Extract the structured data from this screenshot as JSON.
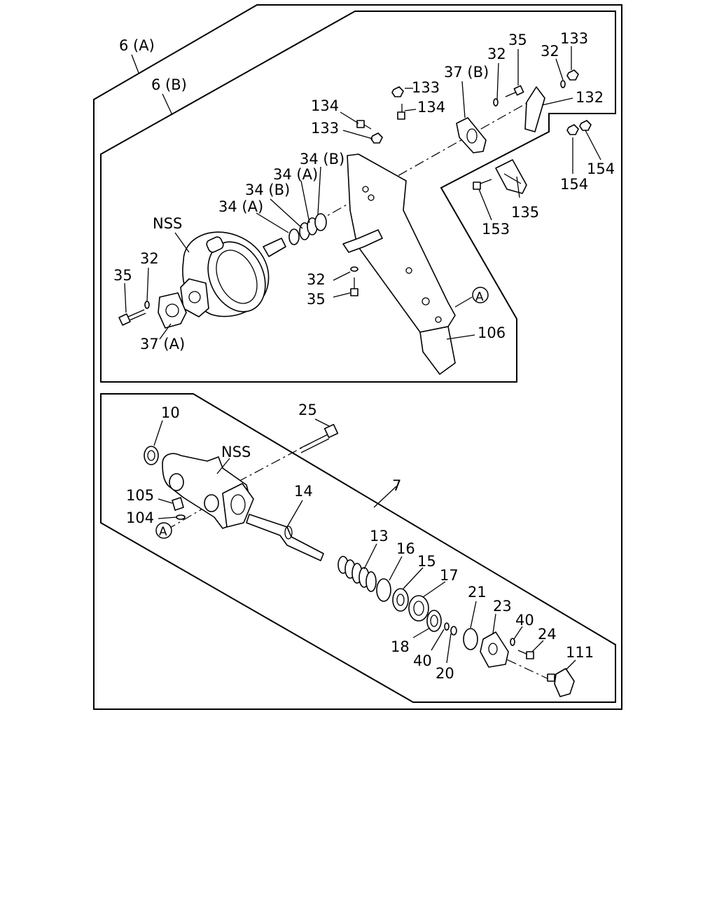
{
  "labels": {
    "group_6a": "6 (A)",
    "group_6b": "6 (B)",
    "p133_a": "133",
    "p32_a": "32",
    "p35_a": "35",
    "p32_b": "32",
    "p37b": "37 (B)",
    "p133_b": "133",
    "p134_a": "134",
    "p134_b": "134",
    "p132": "132",
    "p133_c": "133",
    "p154_a": "154",
    "p154_b": "154",
    "p34b_a": "34 (B)",
    "p34a_a": "34 (A)",
    "p34b_b": "34 (B)",
    "p34a_b": "34 (A)",
    "p153": "153",
    "p135": "135",
    "nss_top": "NSS",
    "p32_c": "32",
    "p35_b": "35",
    "p32_d": "32",
    "p35_c": "35",
    "p37a": "37 (A)",
    "ref_a_top": "A",
    "p106": "106",
    "p10": "10",
    "p25": "25",
    "nss_bottom": "NSS",
    "p7": "7",
    "p105": "105",
    "p104": "104",
    "ref_a_bottom": "A",
    "p14": "14",
    "p13": "13",
    "p16": "16",
    "p15": "15",
    "p17": "17",
    "p21": "21",
    "p23": "23",
    "p40_a": "40",
    "p24": "24",
    "p18": "18",
    "p40_b": "40",
    "p20": "20",
    "p111": "111"
  }
}
